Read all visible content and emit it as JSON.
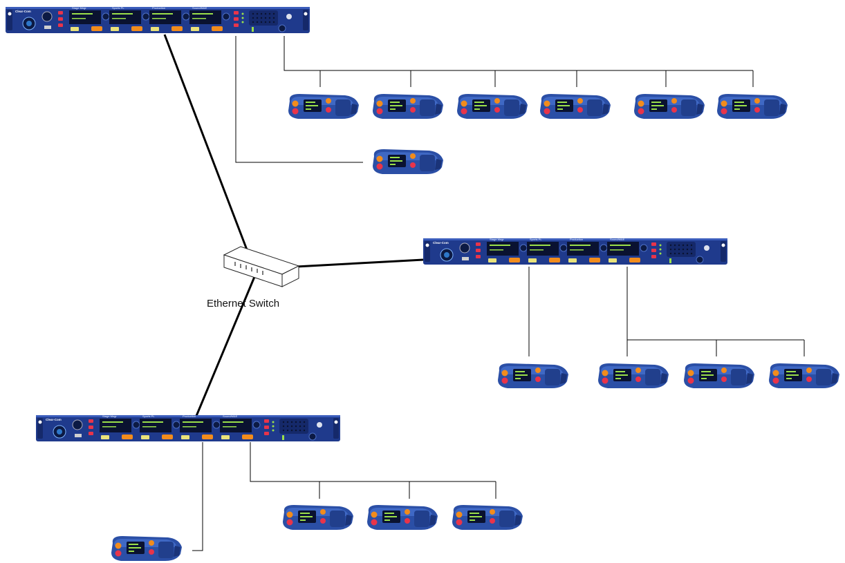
{
  "switch": {
    "label": "Ethernet Switch"
  },
  "rack_station": {
    "brand": "Clear-Com",
    "channels": [
      "Stage Mngr",
      "Sports PL",
      "Production",
      "Sound/M&E"
    ]
  },
  "colors": {
    "rack_blue": "#1f3a8c",
    "rack_dark": "#15296a",
    "beltpack_blue": "#2b4fa6",
    "button_red": "#e8344a",
    "button_orange": "#f28c1c",
    "display_green": "#9be04a",
    "wire": "#000000"
  }
}
